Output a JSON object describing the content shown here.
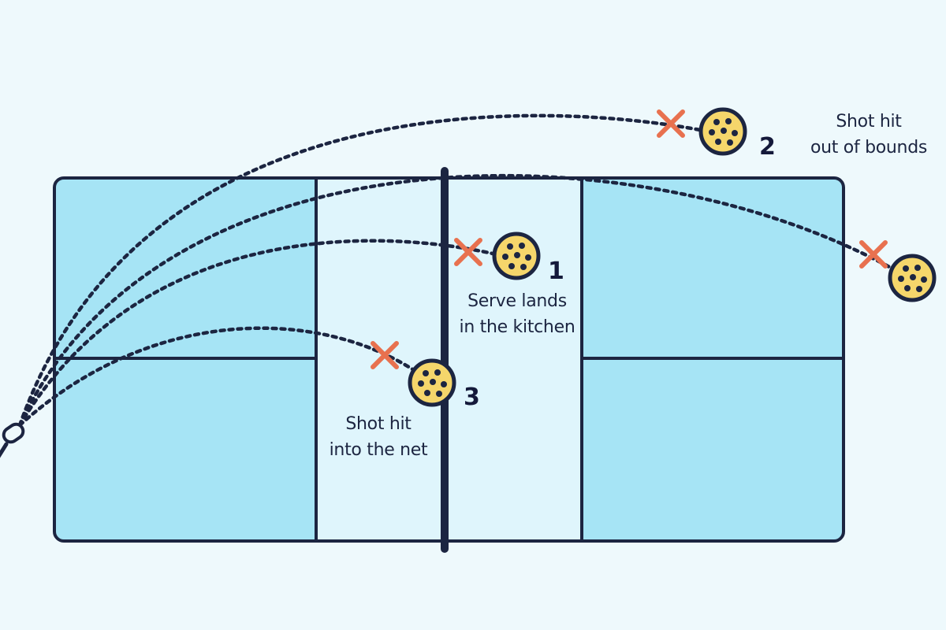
{
  "colors": {
    "background": "#eef9fc",
    "court_outer": "#a6e4f5",
    "kitchen": "#dff5fc",
    "line": "#1c2541",
    "fault_mark": "#e8714f",
    "ball_fill": "#f5d66b"
  },
  "icons": {
    "fault": "x-mark-icon",
    "ball": "pickleball-icon",
    "paddle": "paddle-handle-icon"
  },
  "shots": [
    {
      "number": "1",
      "caption": [
        "Serve lands",
        "in the kitchen"
      ]
    },
    {
      "number": "2",
      "caption": [
        "Shot hit",
        "out of bounds"
      ]
    },
    {
      "number": "3",
      "caption": [
        "Shot hit",
        "into the net"
      ]
    }
  ]
}
